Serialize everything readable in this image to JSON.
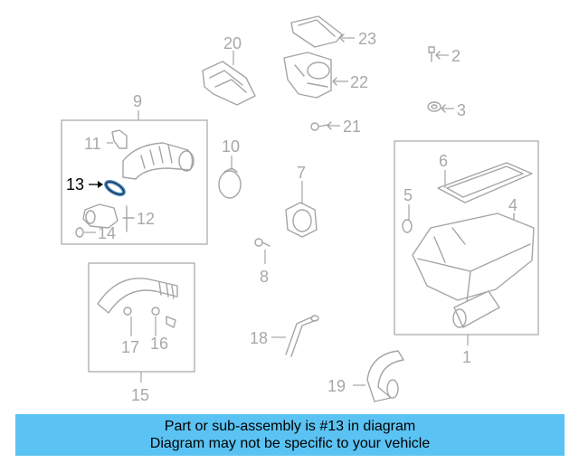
{
  "diagram": {
    "callouts": {
      "c1": "1",
      "c2": "2",
      "c3": "3",
      "c4": "4",
      "c5": "5",
      "c6": "6",
      "c7": "7",
      "c8": "8",
      "c9": "9",
      "c10": "10",
      "c11": "11",
      "c12": "12",
      "c13": "13",
      "c14": "14",
      "c15": "15",
      "c16": "16",
      "c17": "17",
      "c18": "18",
      "c19": "19",
      "c20": "20",
      "c21": "21",
      "c22": "22",
      "c23": "23"
    },
    "highlighted_part": "13",
    "highlight_color": "#4a8cc9"
  },
  "banner": {
    "line1": "Part or sub-assembly is #13 in diagram",
    "line2": "Diagram may not be specific to your vehicle",
    "background": "#5bc3f3"
  }
}
